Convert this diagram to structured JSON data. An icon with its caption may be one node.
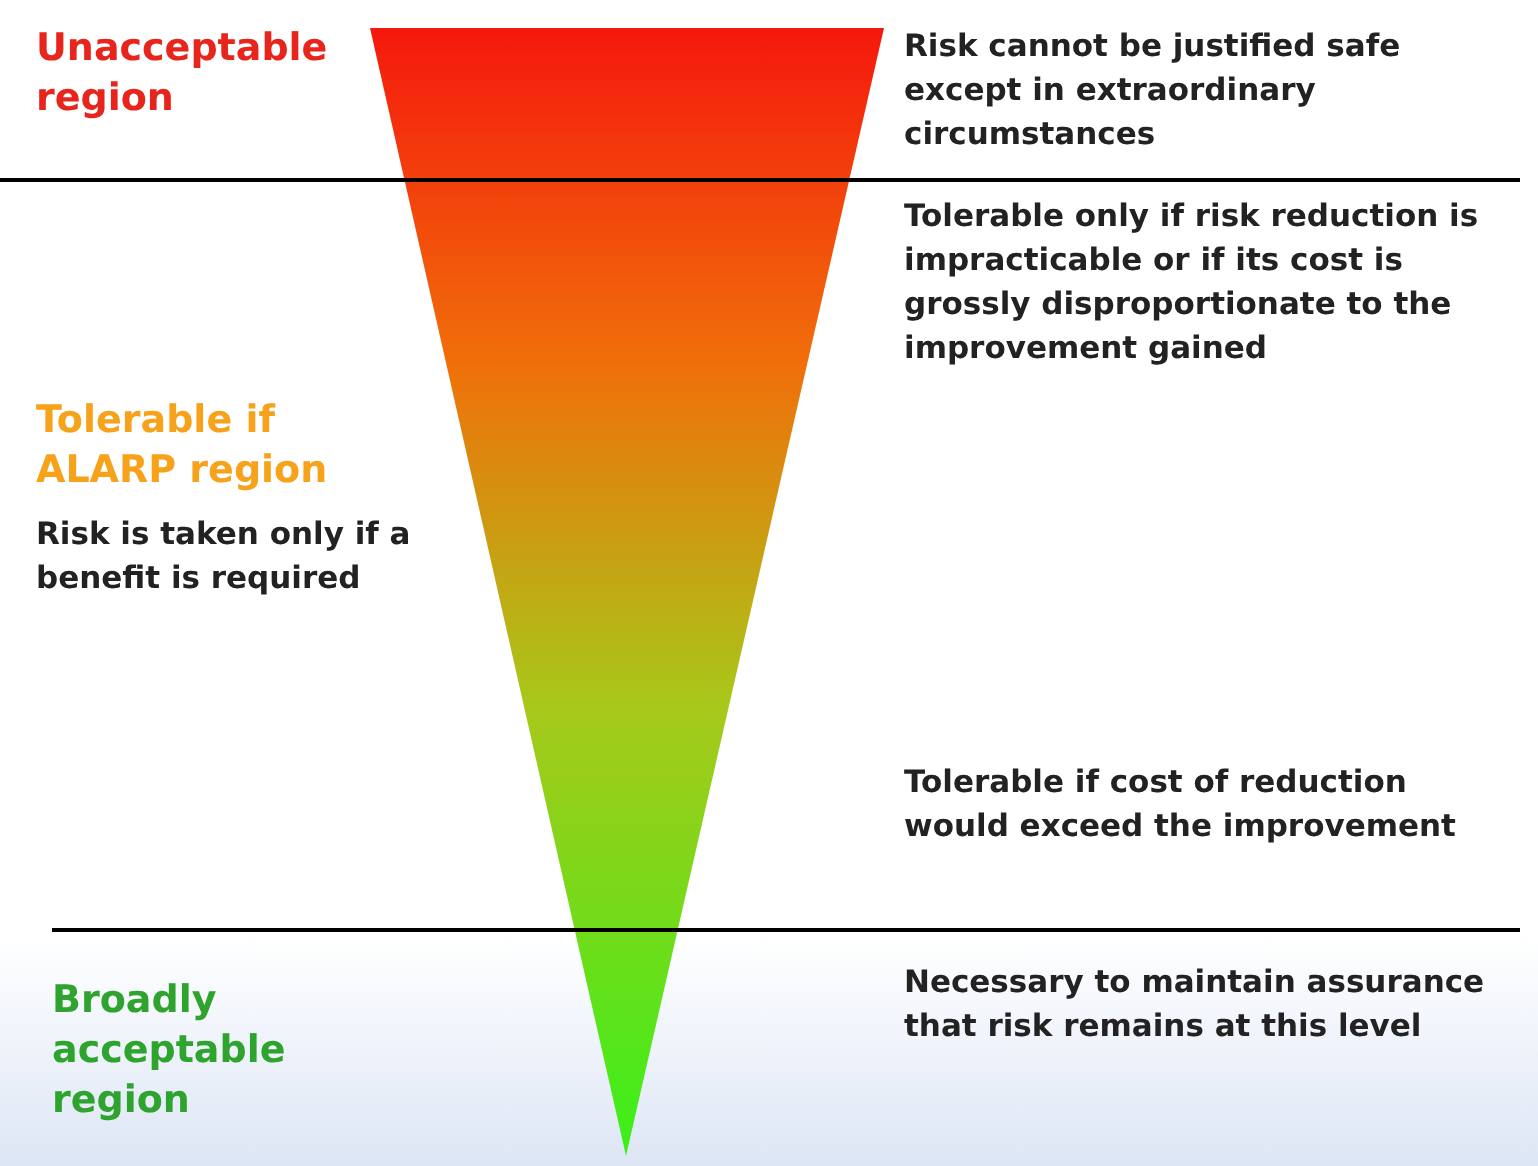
{
  "diagram": {
    "labels": [
      "Unacceptable region",
      "Risk cannot be justified safe except in extraordinary circumstances",
      "Tolerable only if risk reduction is impracticable or if its cost is grossly disproportionate to the improvement gained",
      "Tolerable if ALARP region",
      "Risk is taken only if a benefit is required",
      "Tolerable if cost of reduction would exceed the improvement",
      "Broadly acceptable region",
      "Necessary to maintain assurance that risk remains at this level"
    ]
  }
}
